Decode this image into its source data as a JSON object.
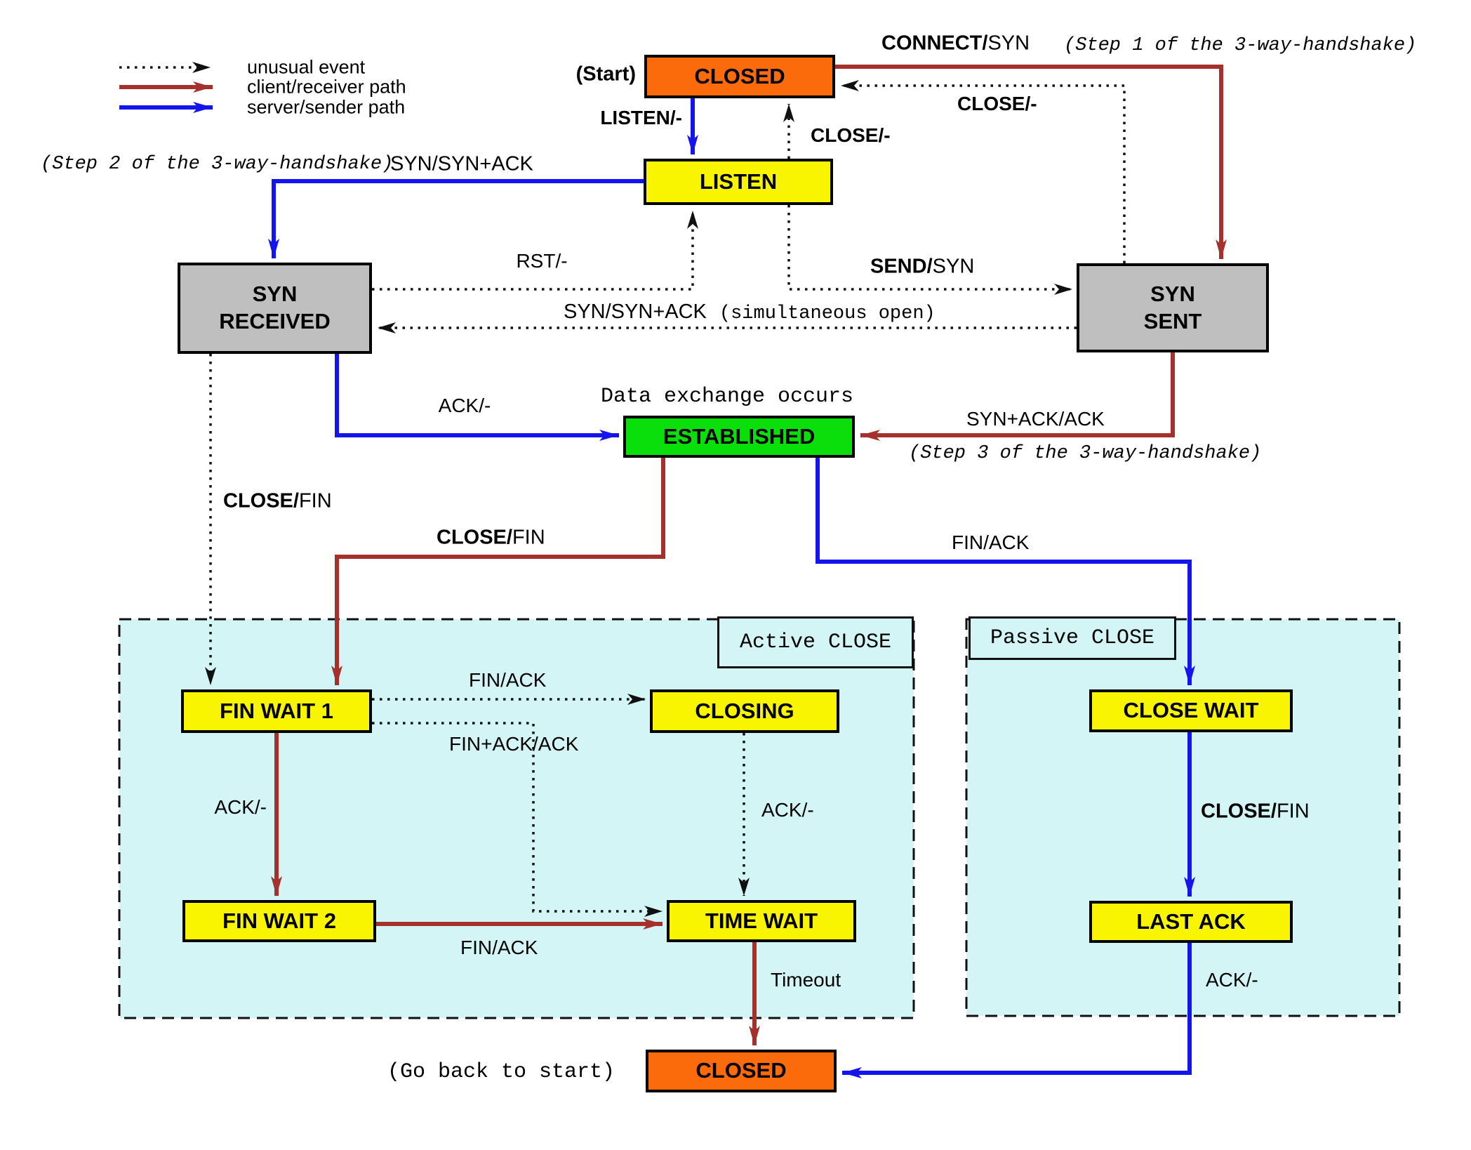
{
  "colors": {
    "orange": "#FB6A0B",
    "yellow": "#F9F500",
    "green": "#0BDF0B",
    "gray": "#BFBFBF",
    "cyan": "#D3F5F5",
    "red": "#A5312D",
    "blue": "#1414EE"
  },
  "legend": {
    "unusual": "unusual event",
    "client": "client/receiver path",
    "server": "server/sender path"
  },
  "states": {
    "closed_top": "CLOSED",
    "listen": "LISTEN",
    "syn_received": "SYN\nRECEIVED",
    "syn_sent": "SYN\nSENT",
    "established": "ESTABLISHED",
    "fin_wait_1": "FIN WAIT 1",
    "closing": "CLOSING",
    "close_wait": "CLOSE WAIT",
    "fin_wait_2": "FIN WAIT 2",
    "time_wait": "TIME WAIT",
    "last_ack": "LAST ACK",
    "closed_bottom": "CLOSED"
  },
  "regions": {
    "active": "Active CLOSE",
    "passive": "Passive CLOSE"
  },
  "annotations": {
    "start": "(Start)",
    "step1": "(Step 1 of the 3-way-handshake)",
    "step2": "(Step 2 of the 3-way-handshake)",
    "step3": "(Step 3 of the 3-way-handshake)",
    "data_exchange": "Data exchange occurs",
    "simultaneous_open": "(simultaneous open)",
    "go_back": "(Go back to start)"
  },
  "transitions": {
    "listen_cmd": {
      "bold": "LISTEN/-",
      "rest": "",
      "from": "CLOSED",
      "to": "LISTEN",
      "style": "server"
    },
    "close_listen": {
      "bold": "CLOSE/-",
      "rest": "",
      "from": "LISTEN",
      "to": "CLOSED",
      "style": "unusual"
    },
    "connect_syn": {
      "bold": "CONNECT/",
      "rest": "SYN",
      "from": "CLOSED",
      "to": "SYN SENT",
      "style": "client"
    },
    "close_synsent": {
      "bold": "CLOSE/-",
      "rest": "",
      "from": "SYN SENT",
      "to": "CLOSED",
      "style": "unusual"
    },
    "syn_synack": {
      "bold": "",
      "rest": "SYN/SYN+ACK",
      "from": "LISTEN",
      "to": "SYN RECEIVED",
      "style": "server"
    },
    "rst": {
      "bold": "",
      "rest": "RST/-",
      "from": "SYN RECEIVED",
      "to": "LISTEN",
      "style": "unusual"
    },
    "send_syn": {
      "bold": "SEND/",
      "rest": "SYN",
      "from": "LISTEN",
      "to": "SYN SENT",
      "style": "unusual"
    },
    "syn_synack_sim": {
      "bold": "",
      "rest": "SYN/SYN+ACK",
      "from": "SYN SENT",
      "to": "SYN RECEIVED",
      "style": "unusual"
    },
    "ack_estab": {
      "bold": "",
      "rest": "ACK/-",
      "from": "SYN RECEIVED",
      "to": "ESTABLISHED",
      "style": "server"
    },
    "synack_ack": {
      "bold": "",
      "rest": "SYN+ACK/ACK",
      "from": "SYN SENT",
      "to": "ESTABLISHED",
      "style": "client"
    },
    "close_fin_left": {
      "bold": "CLOSE/",
      "rest": "FIN",
      "from": "SYN RECEIVED",
      "to": "FIN WAIT 1",
      "style": "unusual"
    },
    "close_fin_mid": {
      "bold": "CLOSE/",
      "rest": "FIN",
      "from": "ESTABLISHED",
      "to": "FIN WAIT 1",
      "style": "client"
    },
    "fin_ack_right": {
      "bold": "",
      "rest": "FIN/ACK",
      "from": "ESTABLISHED",
      "to": "CLOSE WAIT",
      "style": "server"
    },
    "fin_ack_closing": {
      "bold": "",
      "rest": "FIN/ACK",
      "from": "FIN WAIT 1",
      "to": "CLOSING",
      "style": "unusual"
    },
    "finack_ack": {
      "bold": "",
      "rest": "FIN+ACK/ACK",
      "from": "FIN WAIT 1",
      "to": "TIME WAIT",
      "style": "unusual"
    },
    "ack_fw2": {
      "bold": "",
      "rest": "ACK/-",
      "from": "FIN WAIT 1",
      "to": "FIN WAIT 2",
      "style": "client"
    },
    "ack_tw": {
      "bold": "",
      "rest": "ACK/-",
      "from": "CLOSING",
      "to": "TIME WAIT",
      "style": "unusual"
    },
    "fin_ack_tw": {
      "bold": "",
      "rest": "FIN/ACK",
      "from": "FIN WAIT 2",
      "to": "TIME WAIT",
      "style": "client"
    },
    "timeout": {
      "bold": "",
      "rest": "Timeout",
      "from": "TIME WAIT",
      "to": "CLOSED",
      "style": "client"
    },
    "close_fin_cw": {
      "bold": "CLOSE/",
      "rest": "FIN",
      "from": "CLOSE WAIT",
      "to": "LAST ACK",
      "style": "server"
    },
    "ack_lastack": {
      "bold": "",
      "rest": "ACK/-",
      "from": "LAST ACK",
      "to": "CLOSED",
      "style": "server"
    }
  }
}
